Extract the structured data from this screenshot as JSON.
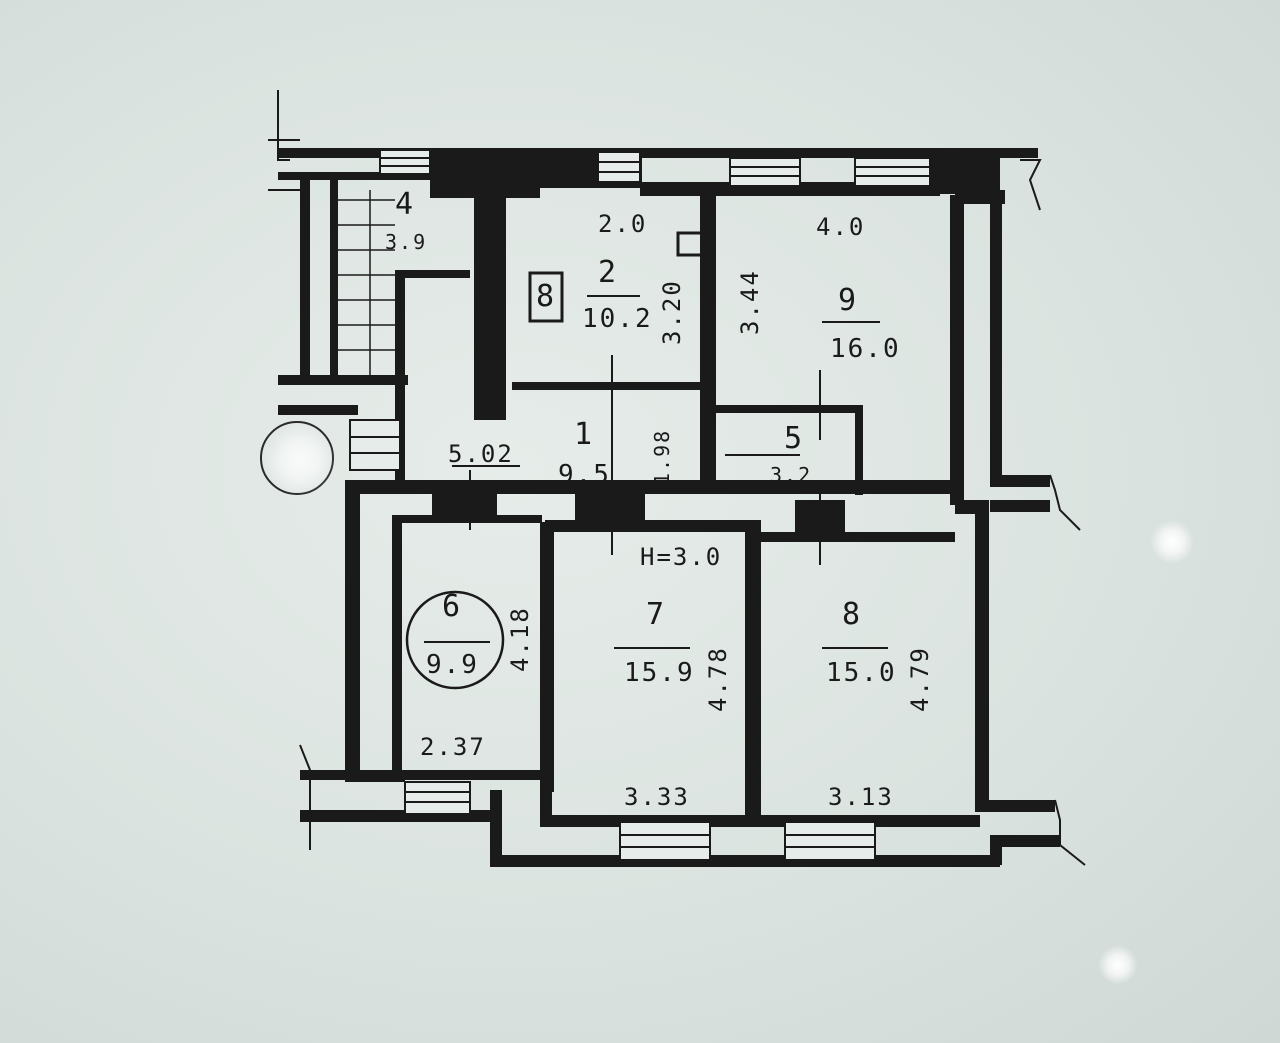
{
  "floor_plan": {
    "height_note": "H=3.0",
    "rooms": [
      {
        "id": "room-1",
        "number": "1",
        "area": "9.5"
      },
      {
        "id": "room-2",
        "number": "2",
        "area": "10.2"
      },
      {
        "id": "room-4",
        "number": "4",
        "area": "3.9"
      },
      {
        "id": "room-5",
        "number": "5",
        "area": "3.2"
      },
      {
        "id": "room-6",
        "number": "6",
        "area": "9.9"
      },
      {
        "id": "room-7",
        "number": "7",
        "area": "15.9"
      },
      {
        "id": "room-8",
        "number": "8",
        "area": "15.0"
      },
      {
        "id": "room-9",
        "number": "9",
        "area": "16.0"
      }
    ],
    "dimensions": {
      "room2_width": "2.0",
      "room2_length": "3.20",
      "room9_width": "4.0",
      "room9_length": "3.44",
      "corridor_length": "5.02",
      "corridor_width": "1.98",
      "room6_width": "2.37",
      "room6_length": "4.18",
      "room7_width": "3.33",
      "room7_length": "4.78",
      "room8_width": "3.13",
      "room8_length": "4.79"
    },
    "stove_symbol": "8",
    "colors": {
      "ink": "#1a1a1a",
      "paper": "#dfe6e3"
    }
  }
}
